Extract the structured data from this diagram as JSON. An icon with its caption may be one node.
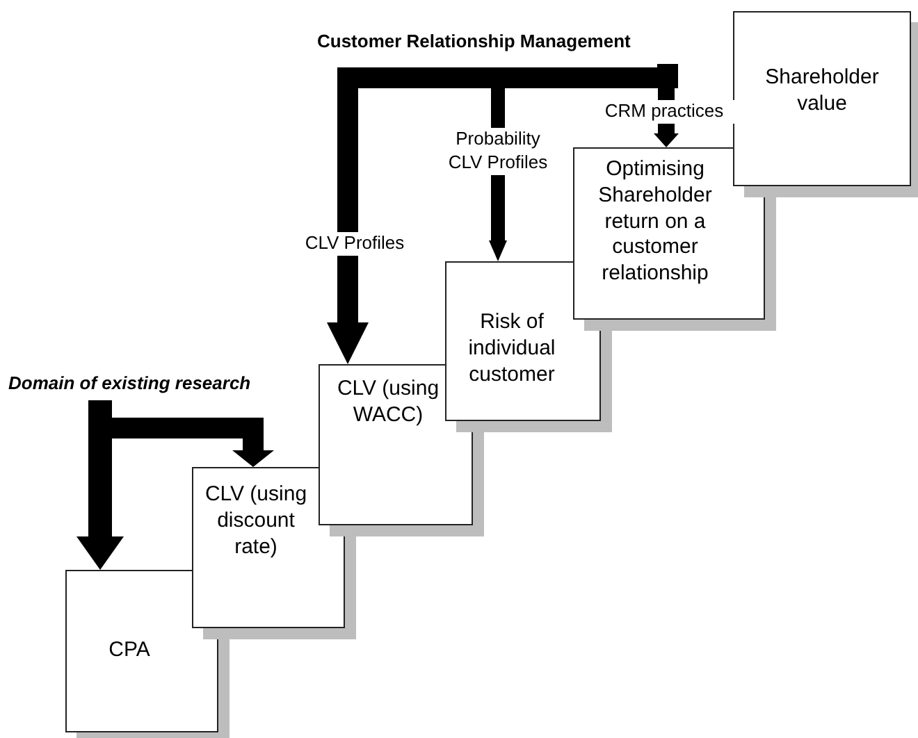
{
  "diagram": {
    "nodes": [
      {
        "text": [
          "Customer Relationship Management"
        ]
      },
      {
        "text": [
          "Shareholder value"
        ]
      },
      {
        "text": [
          "Optimising Shareholder return on a customer relationship"
        ]
      },
      {
        "text": [
          "Risk of individual customer"
        ]
      },
      {
        "text": [
          "CLV (using WACC)"
        ]
      },
      {
        "text": [
          "Domain of existing research"
        ]
      },
      {
        "text": [
          "CLV (using discount rate)"
        ]
      },
      {
        "text": [
          "CPA"
        ]
      }
    ],
    "edges": [
      {
        "from": 0,
        "to": 4,
        "arrow": "to",
        "label": "CLV Profiles"
      },
      {
        "from": 0,
        "to": 3,
        "arrow": "to",
        "label": "Probability CLV Profiles"
      },
      {
        "from": 0,
        "to": 2,
        "arrow": "to",
        "label": "CRM practices"
      },
      {
        "from": 5,
        "to": 7,
        "arrow": "to"
      },
      {
        "from": 5,
        "to": 6,
        "arrow": "to"
      }
    ]
  }
}
